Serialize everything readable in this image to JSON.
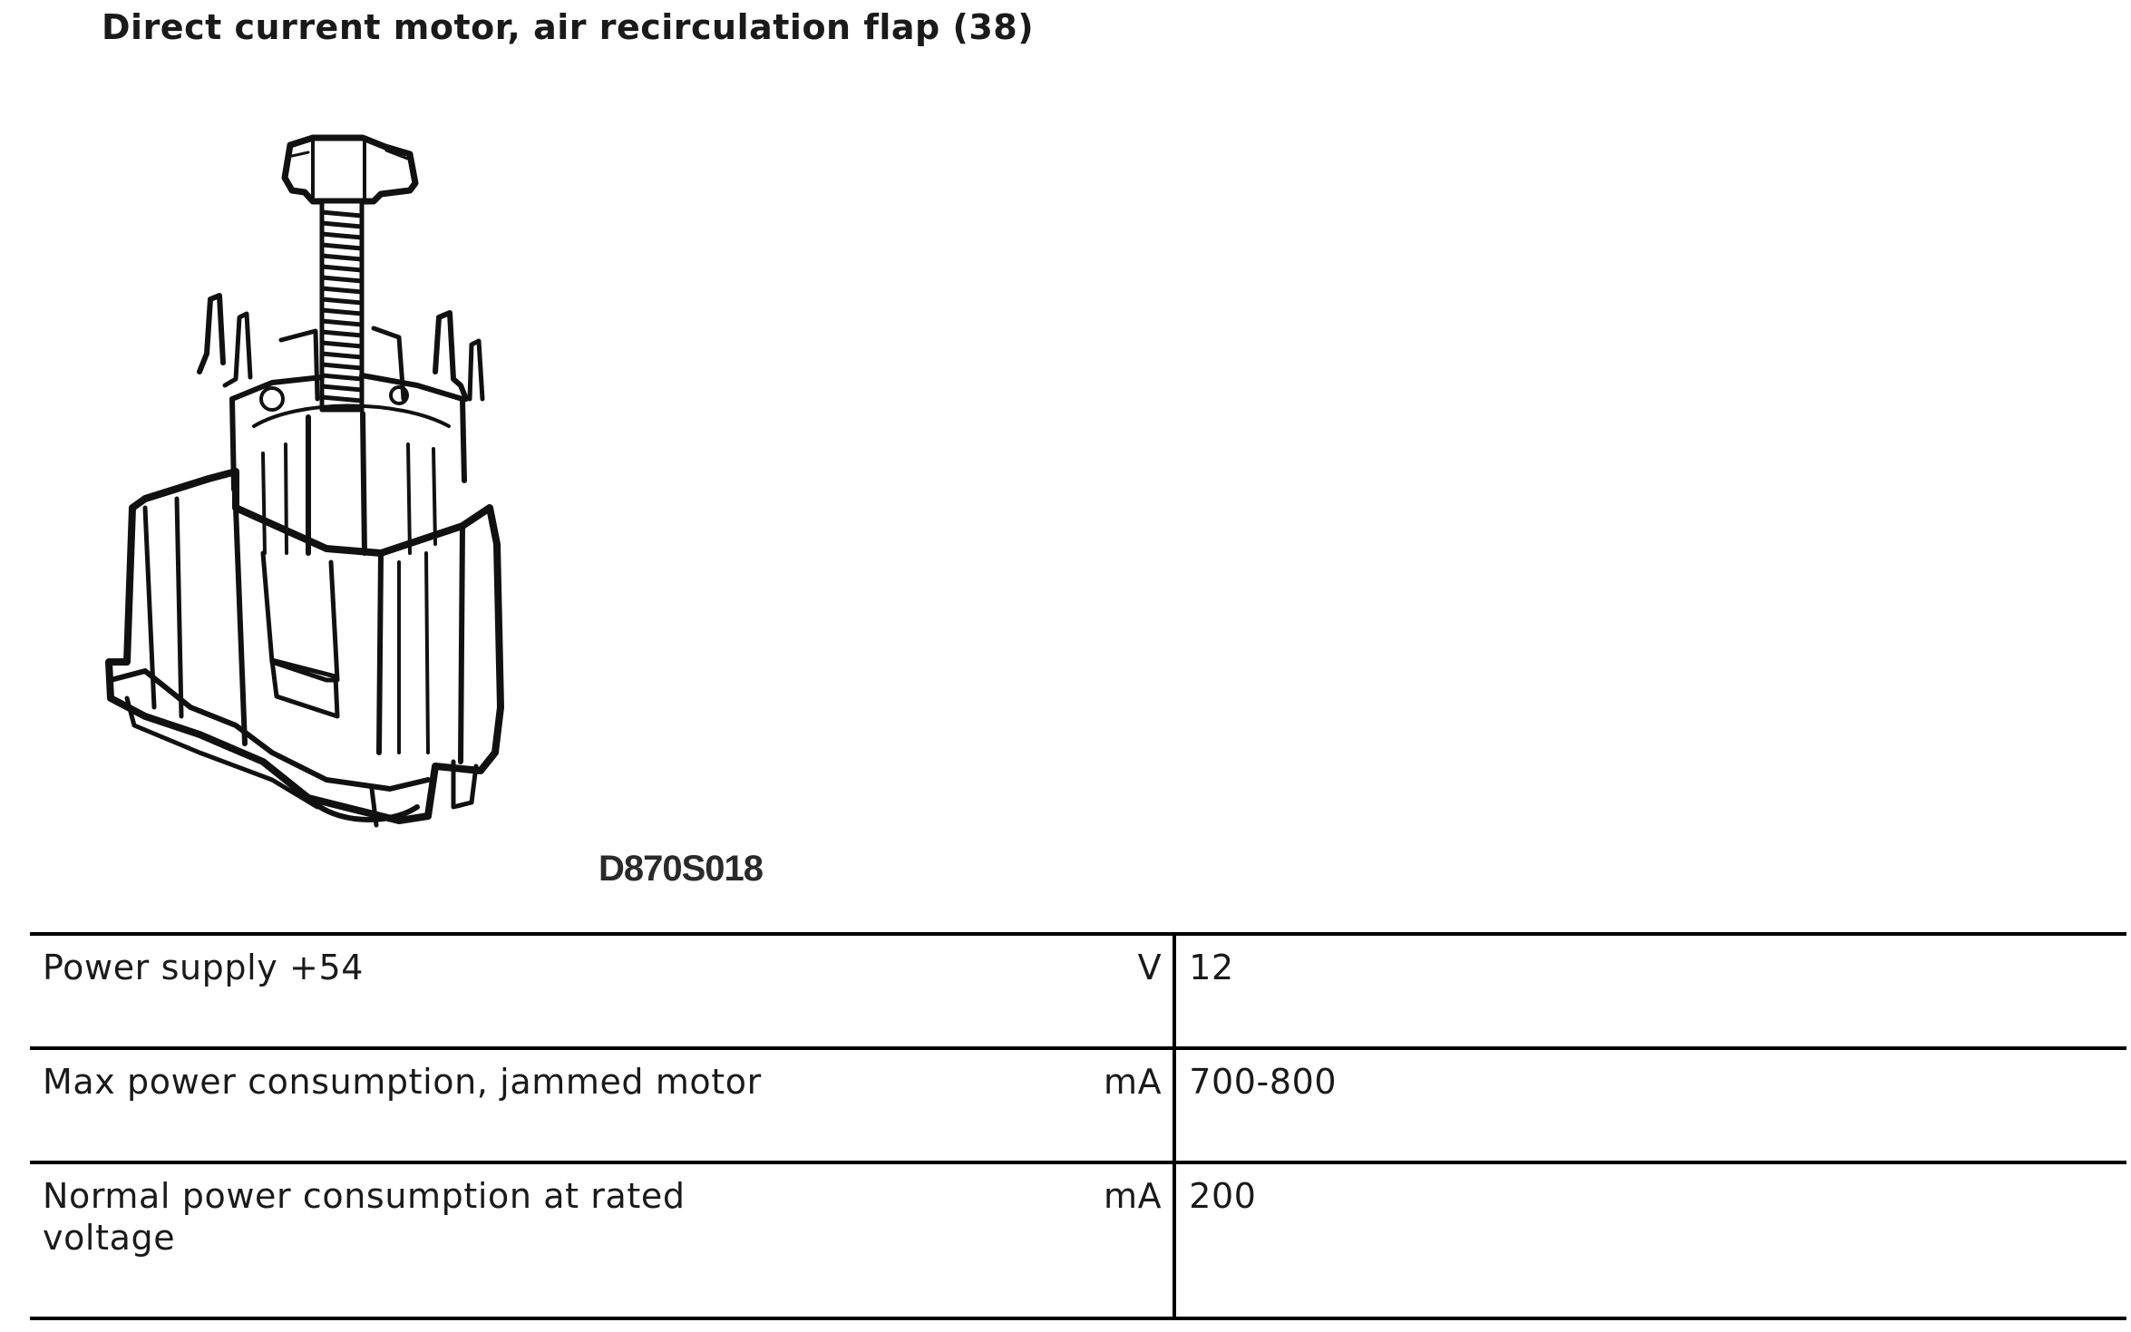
{
  "page": {
    "title": "Direct current motor, air recirculation flap (38)"
  },
  "figure": {
    "code": "D870S018",
    "icon": "dc-motor-illustration"
  },
  "specs": [
    {
      "label": "Power supply +54",
      "unit": "V",
      "value": "12"
    },
    {
      "label": "Max power consumption, jammed motor",
      "unit": "mA",
      "value": "700-800"
    },
    {
      "label": "Normal power consumption at rated voltage",
      "unit": "mA",
      "value": "200"
    }
  ]
}
